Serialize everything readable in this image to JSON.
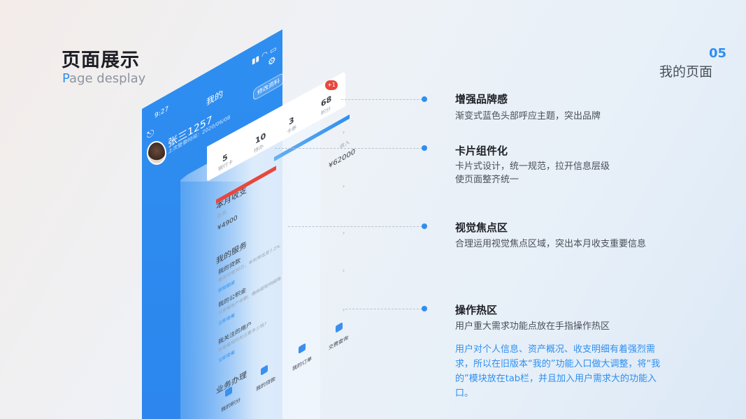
{
  "header": {
    "title": "页面展示",
    "subtitle_first": "P",
    "subtitle_rest": "age desplay",
    "page_number": "05",
    "page_name": "我的页面"
  },
  "phone": {
    "time": "9:27",
    "nav_title": "我的",
    "edit_button": "修改资料",
    "user_name": "张三1257",
    "last_login": "上次登录时间：2020/06/08",
    "stats": [
      {
        "value": "5",
        "label": "银行卡"
      },
      {
        "value": "10",
        "label": "待办"
      },
      {
        "value": "3",
        "label": "卡券"
      },
      {
        "value": "68",
        "label": "积分"
      }
    ],
    "badge": "+1",
    "income_label": "收入",
    "income_value": "¥62000",
    "month_title": "本月收支",
    "expense_label": "支出",
    "expense_value": "¥4900",
    "services_title": "我的服务",
    "services": [
      {
        "title": "我的贷款",
        "desc": "最高可借30万，年利率低至7.2%",
        "link": "获取额度"
      },
      {
        "title": "我的公积金",
        "desc": "可查看账户余额、缴纳提取明细等",
        "link": "立即查看"
      },
      {
        "title": "我关注的用户",
        "desc": "去看看我的关注更多少钱?",
        "link": "立即查看"
      }
    ],
    "business_title": "业务办理",
    "business": [
      "我的积分",
      "我的贷款",
      "我的订单",
      "交费查询"
    ]
  },
  "features": [
    {
      "title": "增强品牌感",
      "desc": "渐变式蓝色头部呼应主题，突出品牌"
    },
    {
      "title": "卡片组件化",
      "desc_lines": [
        "卡片式设计，统一规范，拉开信息层级",
        "使页面整齐统一"
      ]
    },
    {
      "title": "视觉焦点区",
      "desc": "合理运用视觉焦点区域，突出本月收支重要信息"
    },
    {
      "title": "操作热区",
      "desc": "用户重大需求功能点放在手指操作热区",
      "note": "用户对个人信息、资产概况、收支明细有着强烈需求，所以在旧版本“我的”功能入口做大调整，将“我的”模块放在tab栏，并且加入用户需求大的功能入口。"
    }
  ],
  "colors": {
    "accent": "#2e8ff0",
    "red": "#e8473c",
    "text": "#1d1f25"
  }
}
